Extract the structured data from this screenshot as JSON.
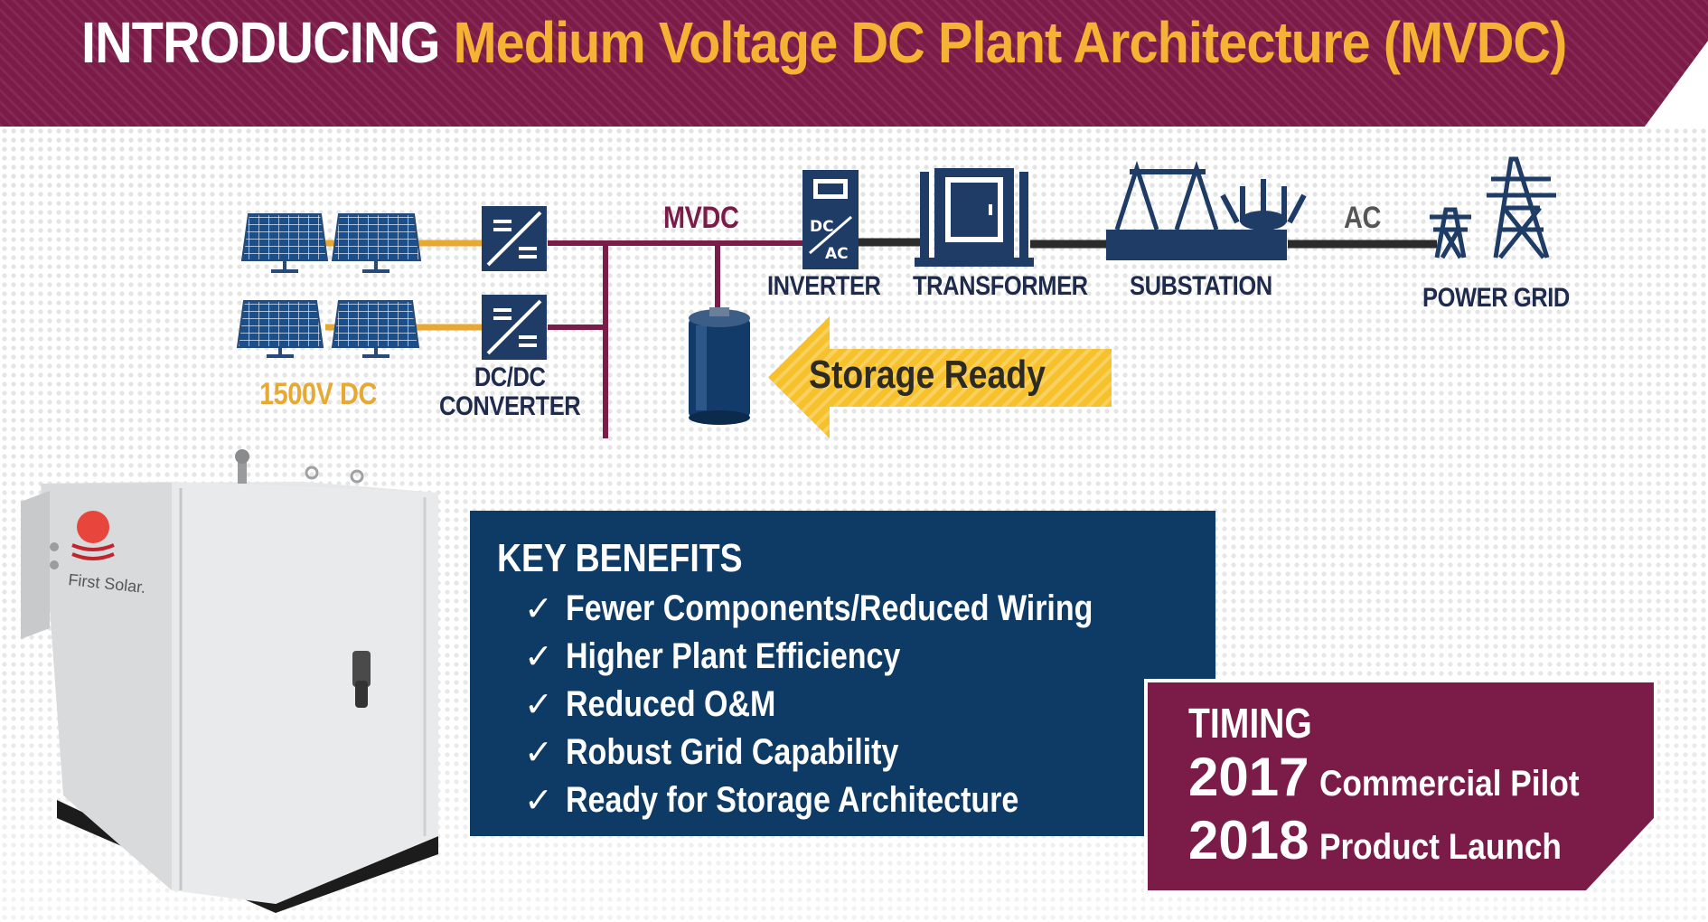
{
  "header": {
    "intro": "INTRODUCING",
    "title": "Medium Voltage DC Plant Architecture (MVDC)"
  },
  "colors": {
    "maroon": "#7b1c48",
    "gold": "#f5b335",
    "navy": "#0e3a66",
    "dark_navy": "#1f2b4c",
    "dc_line": "#e7a934",
    "ac_line": "#2b2b2b"
  },
  "diagram": {
    "voltage_label": "1500V DC",
    "converter_label": "DC/DC\nCONVERTER",
    "mvdc_label": "MVDC",
    "inverter_label": "INVERTER",
    "inverter_top": "DC",
    "inverter_bottom": "AC",
    "transformer_label": "TRANSFORMER",
    "substation_label": "SUBSTATION",
    "ac_label": "AC",
    "grid_label": "POWER GRID",
    "storage_label": "Storage Ready"
  },
  "product": {
    "brand": "First Solar."
  },
  "benefits": {
    "title": "KEY BENEFITS",
    "check": "✓",
    "items": [
      "Fewer Components/Reduced Wiring",
      "Higher Plant Efficiency",
      "Reduced O&M",
      "Robust Grid Capability",
      "Ready for Storage Architecture"
    ]
  },
  "timing": {
    "title": "TIMING",
    "rows": [
      {
        "year": "2017",
        "label": "Commercial Pilot"
      },
      {
        "year": "2018",
        "label": "Product Launch"
      }
    ]
  }
}
